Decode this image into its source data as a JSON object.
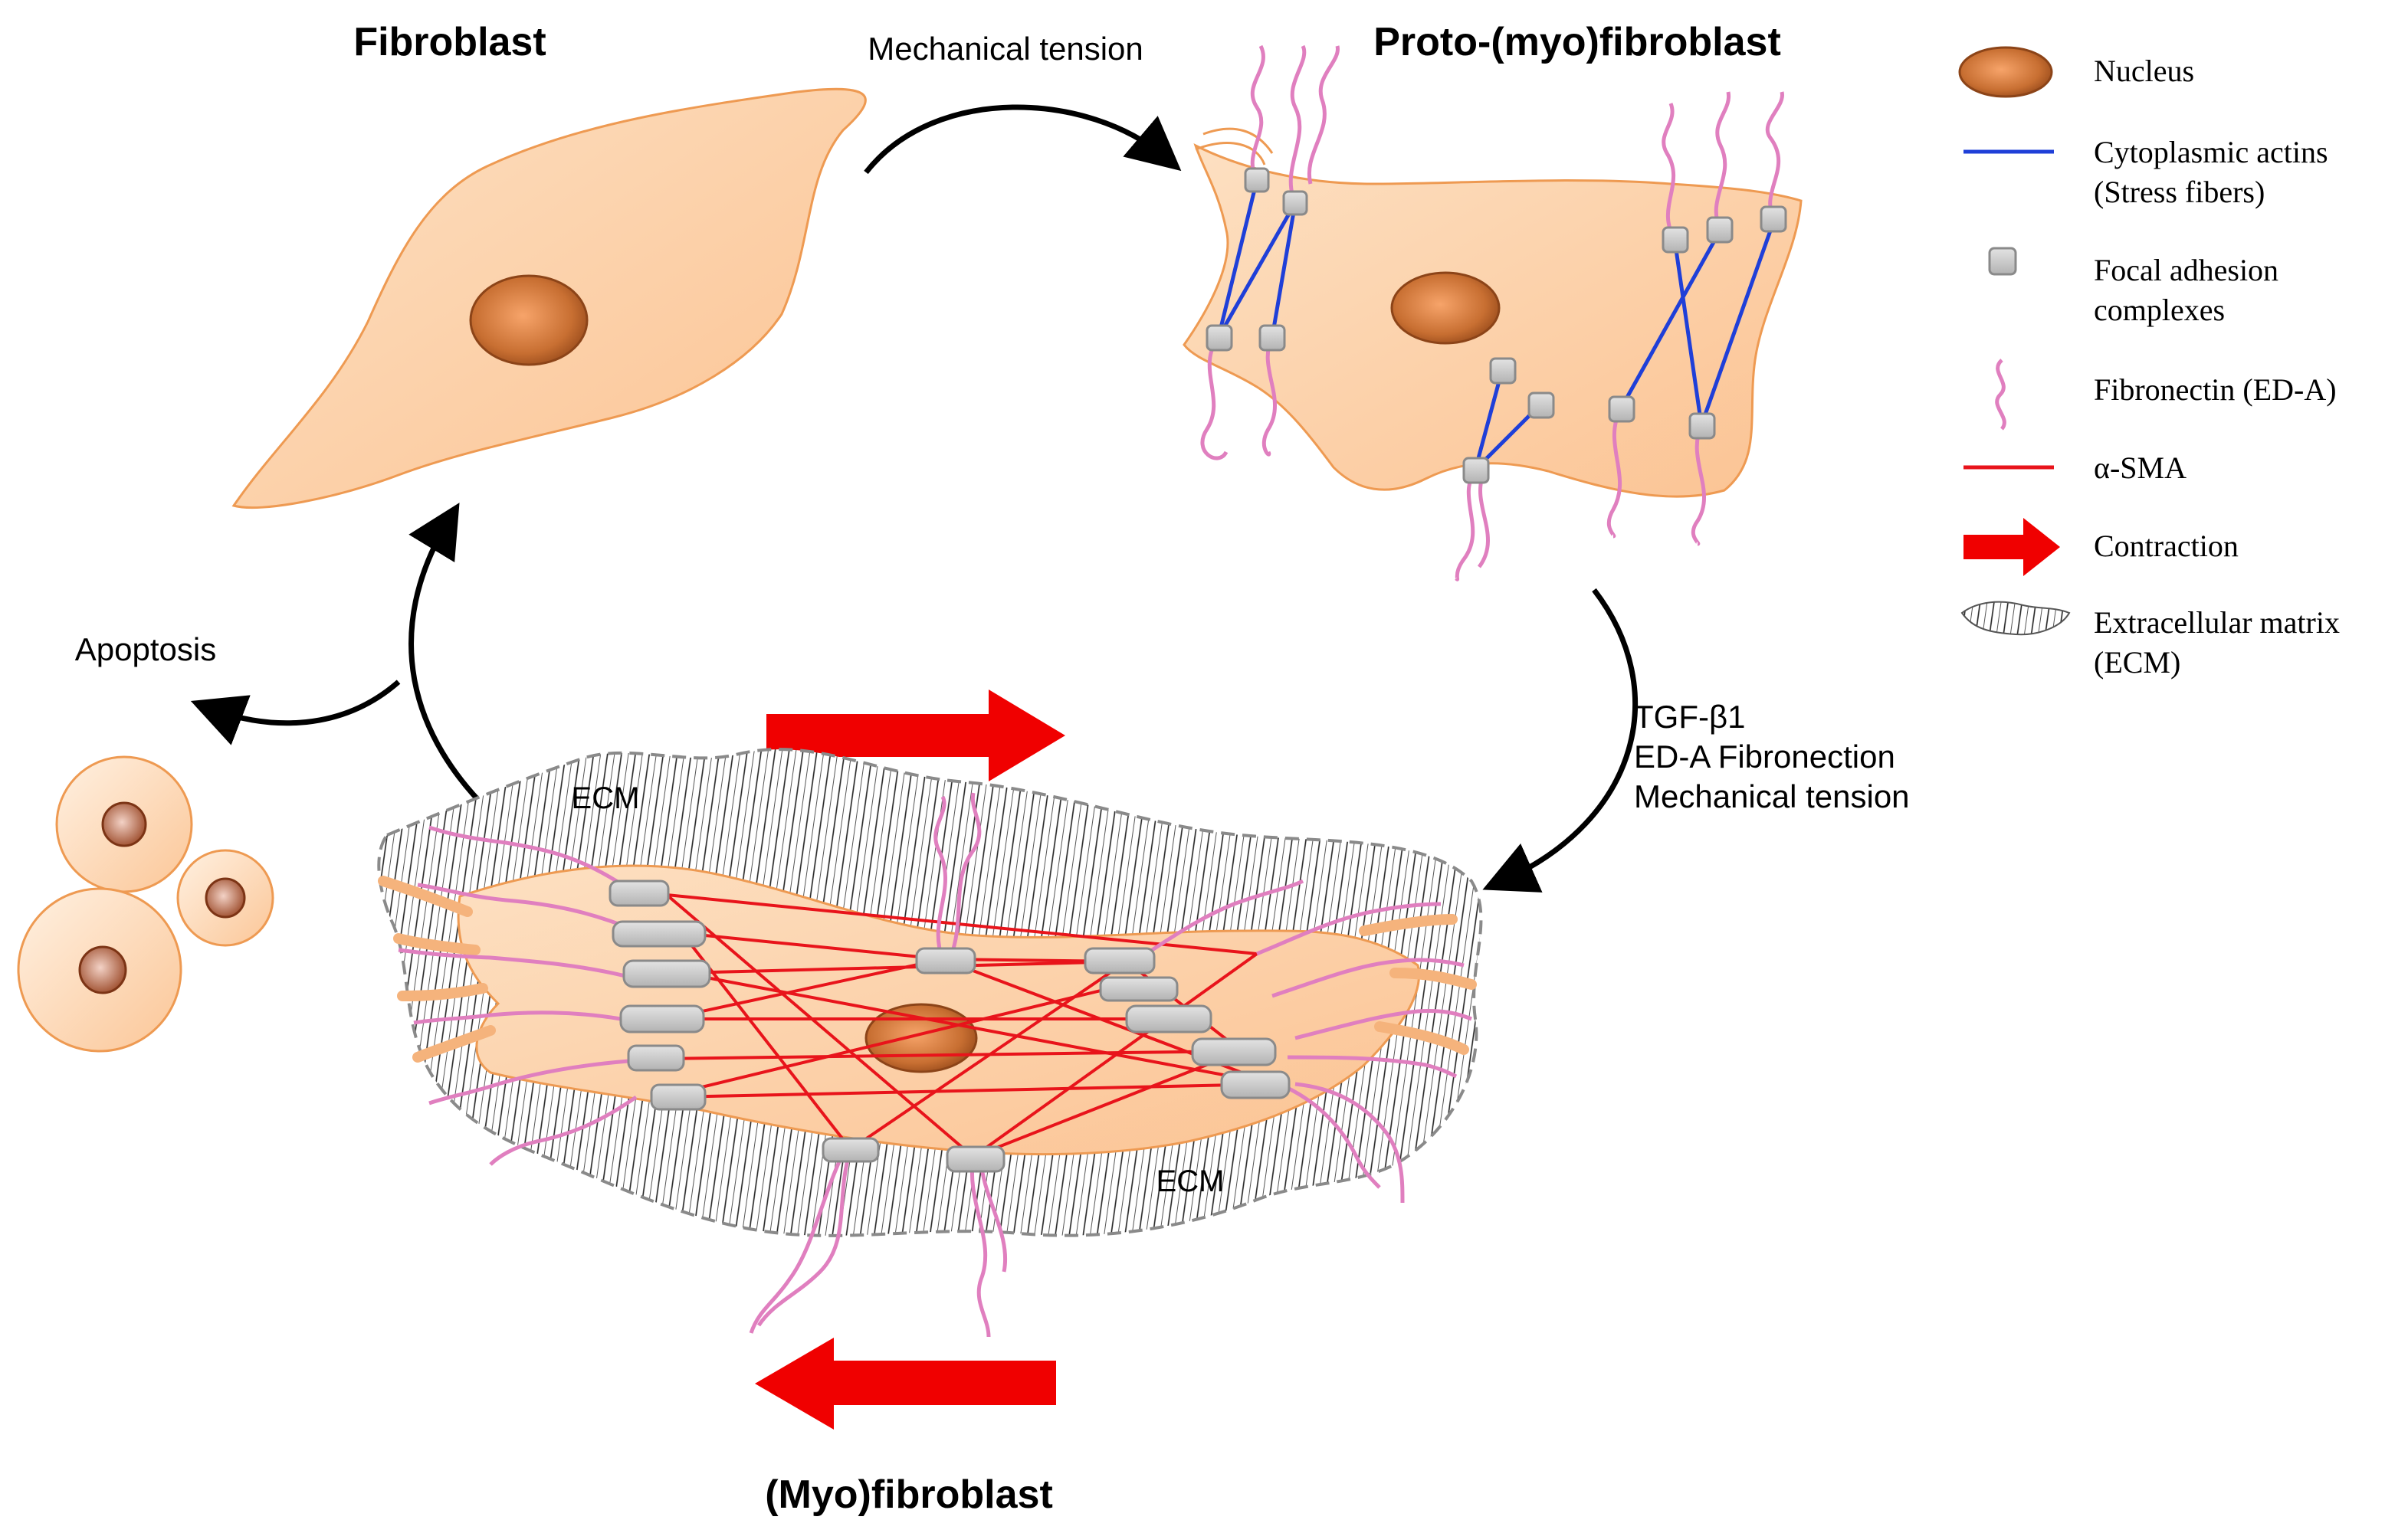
{
  "cells": {
    "fibroblast": "Fibroblast",
    "proto": "Proto-(myo)fibroblast",
    "myo": "(Myo)fibroblast"
  },
  "process": {
    "mechanical_tension": "Mechanical tension",
    "apoptosis": "Apoptosis",
    "stimuli": [
      "TGF-β1",
      "ED-A Fibronection",
      "Mechanical tension"
    ]
  },
  "ecm_labels": [
    "ECM",
    "ECM"
  ],
  "legend": {
    "nucleus": "Nucleus",
    "actins": [
      "Cytoplasmic actins",
      "(Stress fibers)"
    ],
    "focal": [
      "Focal adhesion",
      "complexes"
    ],
    "fibronectin": "Fibronectin (ED-A)",
    "sma": "α-SMA",
    "contraction": "Contraction",
    "ecm": [
      "Extracellular matrix",
      "(ECM)"
    ]
  },
  "colors": {
    "cell_fill": "#fdd3ab",
    "cell_stroke": "#f0a05c",
    "nucleus": "#b8622a",
    "stress_fiber": "#1f3fd8",
    "sma": "#e8141b",
    "fibronectin": "#e07fbf",
    "focal_adhesion": "#c9c9c9",
    "contraction": "#f00000"
  }
}
